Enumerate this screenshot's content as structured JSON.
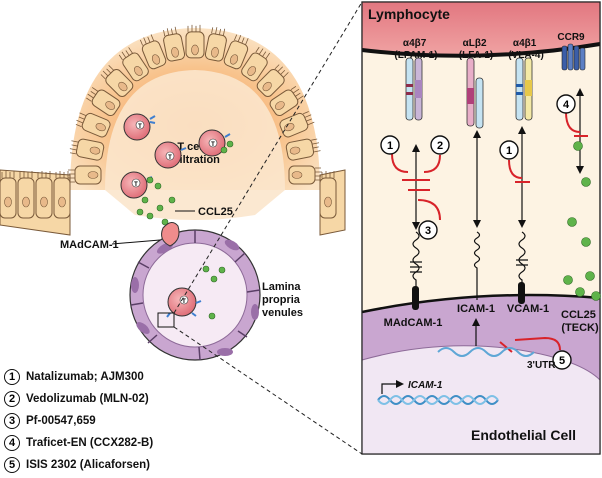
{
  "left": {
    "tcell_label": "T cell infiltration",
    "tcell_line1": "T cell",
    "tcell_line2": "infiltration",
    "ccl25_label": "CCL25",
    "madcam_label": "MAdCAM-1",
    "lamina_line1": "Lamina",
    "lamina_line2": "propria",
    "lamina_line3": "venules",
    "t_marker": "T"
  },
  "panel": {
    "top_title": "Lymphocyte",
    "bottom_title": "Endothelial Cell",
    "integrins": [
      {
        "name": "α4β7",
        "alias": "(LPAM-1)"
      },
      {
        "name": "αLβ2",
        "alias": "(LFA-1)"
      },
      {
        "name": "α4β1",
        "alias": "(VLA-4)"
      }
    ],
    "ccr9_label": "CCR9",
    "ligands": [
      "MAdCAM-1",
      "ICAM-1",
      "VCAM-1"
    ],
    "ccl25_line1": "CCL25",
    "ccl25_line2": "(TECK)",
    "utr_label": "3'UTR",
    "gene_label": "ICAM-1",
    "markers": [
      "1",
      "2",
      "3",
      "1",
      "4",
      "5"
    ]
  },
  "legend": [
    {
      "num": "1",
      "text": "Natalizumab; AJM300"
    },
    {
      "num": "2",
      "text": "Vedolizumab (MLN-02)"
    },
    {
      "num": "3",
      "text": "Pf-00547,659"
    },
    {
      "num": "4",
      "text": "Traficet-EN (CCX282-B)"
    },
    {
      "num": "5",
      "text": "ISIS 2302 (Alicaforsen)"
    }
  ],
  "colors": {
    "epithelium": "#f6d7a6",
    "lumen_glow": "#f7a25a",
    "membrane_pink": "#e8848c",
    "endothelial": "#c9a6d0",
    "tcell": "#e8848c",
    "chemokine": "#5fb34a",
    "inhibitor": "#d8232a"
  }
}
